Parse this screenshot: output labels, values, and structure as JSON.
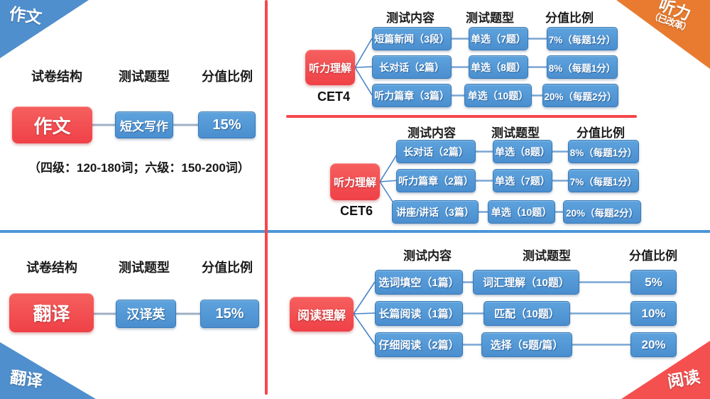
{
  "corners": {
    "top_left": {
      "label": "作文"
    },
    "top_right": {
      "label": "听力",
      "sub": "（已改革）"
    },
    "bottom_left": {
      "label": "翻译"
    },
    "bottom_right": {
      "label": "阅读"
    }
  },
  "writing": {
    "headers": [
      "试卷结构",
      "测试题型",
      "分值比例"
    ],
    "root": "作文",
    "type": "短文写作",
    "score": "15%",
    "note": "（四级：120-180词；六级：150-200词）"
  },
  "translation": {
    "headers": [
      "试卷结构",
      "测试题型",
      "分值比例"
    ],
    "root": "翻译",
    "type": "汉译英",
    "score": "15%"
  },
  "cet4": {
    "headers": [
      "测试内容",
      "测试题型",
      "分值比例"
    ],
    "root": "听力理解",
    "label": "CET4",
    "rows": [
      {
        "content": "短篇新闻（3段）",
        "type": "单选（7题）",
        "score": "7%（每题1分）"
      },
      {
        "content": "长对话（2篇）",
        "type": "单选（8题）",
        "score": "8%（每题1分）"
      },
      {
        "content": "听力篇章（3篇）",
        "type": "单选（10题）",
        "score": "20%（每题2分）"
      }
    ]
  },
  "cet6": {
    "headers": [
      "测试内容",
      "测试题型",
      "分值比例"
    ],
    "root": "听力理解",
    "label": "CET6",
    "rows": [
      {
        "content": "长对话（2篇）",
        "type": "单选（8题）",
        "score": "8%（每题1分）"
      },
      {
        "content": "听力篇章（2篇）",
        "type": "单选（7题）",
        "score": "7%（每题1分）"
      },
      {
        "content": "讲座/讲话（3篇）",
        "type": "单选（10题）",
        "score": "20%（每题2分）"
      }
    ]
  },
  "reading": {
    "headers": [
      "测试内容",
      "测试题型",
      "分值比例"
    ],
    "root": "阅读理解",
    "rows": [
      {
        "content": "选词填空（1篇）",
        "type": "词汇理解（10题）",
        "score": "5%"
      },
      {
        "content": "长篇阅读（1篇）",
        "type": "匹配（10题）",
        "score": "10%"
      },
      {
        "content": "仔细阅读（2篇）",
        "type": "选择（5题/篇）",
        "score": "20%"
      }
    ]
  },
  "colors": {
    "box_blue": "#4f93d2",
    "box_red": "#f4494e",
    "corner_blue": "#4f8fcd",
    "corner_orange": "#e87b30",
    "corner_red": "#f4504f",
    "line_red": "#f5474b",
    "line_blue": "#4d96d8"
  }
}
